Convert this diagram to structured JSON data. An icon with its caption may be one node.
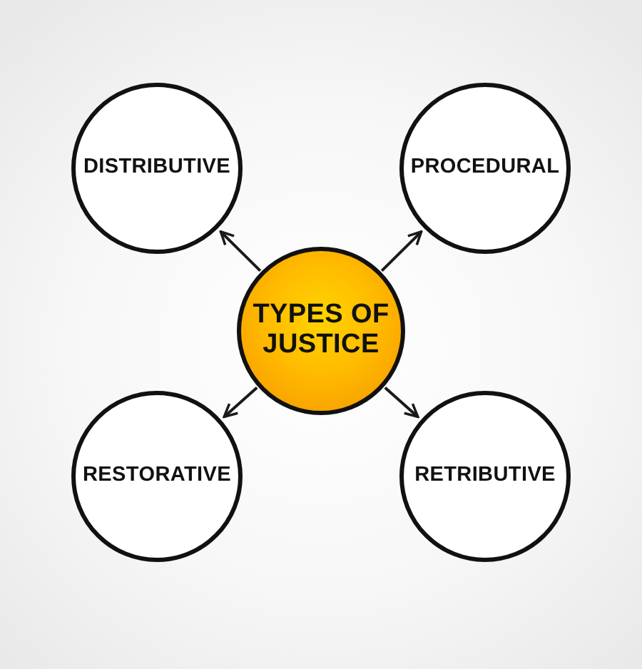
{
  "diagram": {
    "nodes": [
      {
        "text": [
          "DISTRIBUTIVE"
        ]
      },
      {
        "text": [
          "PROCEDURAL"
        ]
      },
      {
        "text": [
          "TYPES OF JUSTICE"
        ]
      },
      {
        "text": [
          "RESTORATIVE"
        ]
      },
      {
        "text": [
          "RETRIBUTIVE"
        ]
      }
    ],
    "edges": [
      {
        "from": 2,
        "to": 0,
        "arrow": "to"
      },
      {
        "from": 2,
        "to": 1,
        "arrow": "to"
      },
      {
        "from": 2,
        "to": 3,
        "arrow": "to"
      },
      {
        "from": 2,
        "to": 4,
        "arrow": "to"
      }
    ]
  }
}
